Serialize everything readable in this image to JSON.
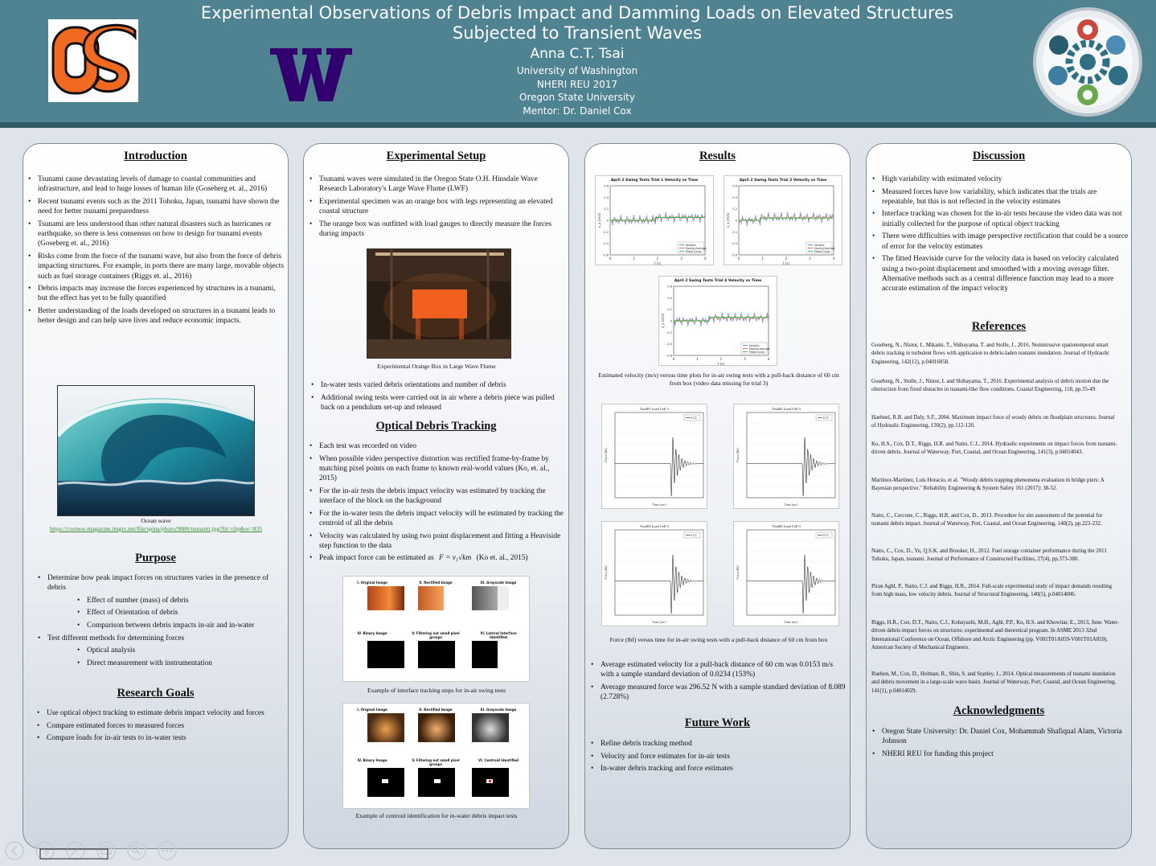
{
  "header": {
    "title_line1": "Experimental Observations of Debris Impact and Damming Loads on Elevated Structures",
    "title_line2": "Subjected to Transient Waves",
    "author": "Anna C.T. Tsai",
    "affiliations": [
      "University of Washington",
      "NHERI REU 2017",
      "Oregon State University",
      "Mentor: Dr. Daniel Cox"
    ],
    "logo_left_letters": "OS",
    "logo_middle_letter": "W",
    "colors": {
      "banner": "#4f8392",
      "osu_orange": "#f26a21",
      "uw_purple": "#32006e"
    }
  },
  "introduction": {
    "title": "Introduction",
    "bullets": [
      "Tsunami cause devastating levels of damage to coastal communities and infrastructure, and lead to huge losses of human life (Goseberg et. al., 2016)",
      "Recent tsunami events such as the 2011 Tohoku, Japan, tsunami have shown the need for better tsunami preparedness",
      "Tsunami are less understood than other natural disasters such as hurricanes or earthquake, so there is less consensus on how to design for tsunami events (Goseberg et. al., 2016)",
      "Risks come from the force of the tsunami wave, but also from the force of debris impacting structures. For example, in ports there are many large, movable objects such as fuel storage containers (Riggs et. al., 2016)",
      "Debris impacts may increase the forces experienced by structures in a tsunami, but the effect has yet to be fully quantified",
      "Better understanding of the loads developed on structures in a tsunami leads to better design and can help save lives and reduce economic impacts."
    ],
    "image_caption": "Ocean wave",
    "image_link": "https://cosmos-magazine.imgix.net/file/spina/photo/9886/tsunami.jpg?fit=clip&w=835"
  },
  "purpose": {
    "title": "Purpose",
    "items": [
      {
        "text": "Determine how peak impact forces on structures varies in the presence of debris",
        "level": 1
      },
      {
        "text": "Effect of number (mass) of debris",
        "level": 2
      },
      {
        "text": "Effect of Orientation of debris",
        "level": 2
      },
      {
        "text": "Comparison between debris impacts in-air and in-water",
        "level": 2
      },
      {
        "text": "Test different methods for determining forces",
        "level": 1
      },
      {
        "text": "Optical analysis",
        "level": 2
      },
      {
        "text": "Direct measurement with instrumentation",
        "level": 2
      }
    ]
  },
  "research_goals": {
    "title": "Research Goals",
    "bullets": [
      "Use optical object tracking to estimate debris impact velocity and forces",
      "Compare estimated forces to measured forces",
      "Compare loads for in-air tests to in-water tests"
    ]
  },
  "experimental_setup": {
    "title": "Experimental Setup",
    "bullets": [
      "Tsunami waves were simulated in the Oregon State O.H. Hinsdale Wave Research Laboratory's Large Wave Flume (LWF)",
      "Experimental specimen was an orange box with legs representing an elevated coastal structure",
      "The orange box was outfitted with load gauges to directly measure the forces during impacts"
    ],
    "image_caption": "Experimental Orange Box in Large Wave Flume",
    "bullets2": [
      "In-water tests varied debris orientations and number of debris",
      "Additional swing tests were carried out in air where a debris piece was pulled back on a pendulum set-up and released"
    ]
  },
  "optical_tracking": {
    "title": "Optical Debris Tracking",
    "bullets": [
      "Each test was recorded on video",
      "When possible video perspective distortion was rectified frame-by-frame by matching pixel points on each frame to known real-world values (Ko, et. al., 2015)",
      "For the in-air tests the debris impact velocity was estimated by tracking the interface of the block on the background",
      "For the in-water tests the debris impact velocity will be estimated by tracking the centroid of all the debris",
      "Velocity was calculated by using two point displacement and fitting a Heaviside step function to the data"
    ],
    "force_bullet_prefix": "Peak impact force can be estimated as",
    "force_formula": "F = v₁√km",
    "force_bullet_suffix": "(Ko et. al., 2015)",
    "interface_steps": [
      "I. Original Image",
      "II. Rectified Image",
      "III. Grayscale Image",
      "IV. Binary Image",
      "V. Filtering out small pixel groups",
      "VI. Lateral Interface Identified"
    ],
    "interface_caption": "Example of interface tracking steps for in-air swing tests",
    "centroid_steps": [
      "I. Original Image",
      "II. Rectified Image",
      "III. Grayscale Image",
      "IV. Binary Image",
      "V. Filtering out small pixel groups",
      "VI. Centroid Identified"
    ],
    "centroid_caption": "Example of centroid identification for in-water debris impact tests"
  },
  "results": {
    "title": "Results",
    "velocity_caption": "Estimated velocity (m/s) versus time plots for in-air swing tests with a pull-back distance of 60 cm from box (video data missing for trial 3)",
    "force_caption": "Force (lbf) versus time for in-air swing tests with a pull-back distance of 60 cm from box",
    "bullets": [
      "Average estimated velocity for a pull-back distance of 60 cm was 0.0153 m/s with a sample standard deviation of 0.0234 (153%)",
      "Average measured force was 296.52 N with a sample standard deviation of 8.089 (2.728%)"
    ]
  },
  "future_work": {
    "title": "Future Work",
    "bullets": [
      "Refine debris tracking method",
      "Velocity and force estimates for in-air tests",
      "In-water debris tracking and force estimates"
    ]
  },
  "discussion": {
    "title": "Discussion",
    "bullets": [
      "High variability with estimated velocity",
      "Measured forces have low variability, which indicates that the trials are repeatable, but this is not reflected in the velocity estimates",
      "Interface tracking was chosen for the in-air tests because the video data was not initially collected for the purpose of optical object tracking",
      "There were difficulties with image perspective rectification that could be a source of error for the velocity estimates",
      "The fitted Heaviside curve for the velocity data is based on velocity calculated using a two-point displacement and smoothed with a moving average filter. Alternative methods such as a central difference function may lead to a more accurate estimation of the impact velocity"
    ]
  },
  "references": {
    "title": "References",
    "items": [
      "Goseberg, N., Nistor, I., Mikami, T., Shibayama, T. and Stolle, J., 2016. Nonintrusive spatiotemporal smart debris tracking in turbulent flows with application to debris-laden tsunami inundation. Journal of Hydraulic Engineering, 142(12), p.04016058.",
      "Goseberg, N., Stolle, J., Nistor, I. and Shibayama, T., 2016. Experimental analysis of debris motion due the obstruction from fixed obstacles in tsunami-like flow conditions. Coastal Engineering, 118, pp.35-49.",
      "Haehnel, R.B. and Daly, S.F., 2004. Maximum impact force of woody debris on floodplain structures. Journal of Hydraulic Engineering, 130(2), pp.112-120.",
      "Ko, H.S., Cox, D.T., Riggs, H.R. and Naito, C.J., 2014. Hydraulic experiments on impact forces from tsunami-driven debris. Journal of Waterway, Port, Coastal, and Ocean Engineering, 141(3), p.04014043.",
      "Martínez-Martínez, Luis Horacio, et al. \"Woody debris trapping phenomena evaluation in bridge piers: A Bayesian perspective.\" Reliability Engineering & System Safety 161 (2017): 38-52.",
      "Naito, C., Cercone, C., Riggs, H.R. and Cox, D., 2013. Procedure for site assessment of the potential for tsunami debris impact. Journal of Waterway, Port, Coastal, and Ocean Engineering, 140(2), pp.223-232.",
      "Naito, C., Cox, D., Yu, Q.S.K. and Brooker, H., 2012. Fuel storage container performance during the 2011 Tohoku, Japan, tsunami. Journal of Performance of Constructed Facilities, 27(4), pp.373-380.",
      "Piran Aghl, P., Naito, C.J. and Riggs, H.R., 2014. Full-scale experimental study of impact demands resulting from high mass, low velocity debris. Journal of Structural Engineering, 140(5), p.04014006.",
      "Riggs, H.R., Cox, D.T., Naito, C.J., Kobayashi, M.H., Aghl, P.P., Ko, H.S. and Khowitar, E., 2013, June. Water-driven debris impact forces on structures: experimental and theoretical program. In ASME 2013 32nd International Conference on Ocean, Offshore and Arctic Engineering (pp. V001T01A059-V001T01A059). American Society of Mechanical Engineers.",
      "Rueben, M., Cox, D., Holman, R., Shin, S. and Stanley, J., 2014. Optical measurements of tsunami inundation and debris movement in a large-scale wave basin. Journal of Waterway, Port, Coastal, and Ocean Engineering, 141(1), p.04014029."
    ]
  },
  "acknowledgments": {
    "title": "Acknowledgments",
    "bullets": [
      "Oregon State University: Dr. Daniel Cox, Mohammah Shafiqual Alam, Victoria Johnson",
      "NHERI REU for funding this project"
    ]
  },
  "velocity_charts": [
    {
      "title": "April 2 Swing Tests Trial 1 Velocity vs Time",
      "ylabel": "v_x (m/s)",
      "xlabel": "t (s)",
      "legend": [
        "Velocity",
        "Moving Average",
        "Fitted Curve"
      ]
    },
    {
      "title": "April 2 Swing Tests Trial 2 Velocity vs Time",
      "ylabel": "v_x (m/s)",
      "xlabel": "t (s)",
      "legend": [
        "Velocity",
        "Moving Average",
        "Fitted Curve"
      ]
    },
    {
      "title": "April 2 Swing Tests Trial 4 Velocity vs Time",
      "ylabel": "v_x (m/s)",
      "xlabel": "t (s)",
      "legend": [
        "Velocity",
        "Moving Average",
        "Fitted Curve"
      ]
    }
  ],
  "force_charts": [
    {
      "title": "Trial01 Load Cell 3",
      "ylabel": "Force (lbf)",
      "xlabel": "Time (sec)",
      "legend": "LC3"
    },
    {
      "title": "Trial02 Load Cell 3",
      "ylabel": "Force (lbf)",
      "xlabel": "Time (sec)",
      "legend": "LC3"
    },
    {
      "title": "Trial03 Load Cell 3",
      "ylabel": "Force (lbf)",
      "xlabel": "Time (sec)",
      "legend": "LC3"
    },
    {
      "title": "Trial04 Load Cell 3",
      "ylabel": "Force (lbf)",
      "xlabel": "Time (sec)",
      "legend": "LC3"
    }
  ],
  "chart_data": [
    {
      "type": "line",
      "title": "April 2 Swing Tests Trial 1 Velocity vs Time",
      "xlim": [
        0,
        4
      ],
      "ylim": [
        -0.6,
        0.6
      ],
      "series": [
        {
          "name": "Velocity",
          "color": "#3b6fd6"
        },
        {
          "name": "Moving Average",
          "color": "#e05050"
        },
        {
          "name": "Fitted Curve",
          "color": "#2db33a",
          "x": [
            0,
            1.9,
            1.9,
            4
          ],
          "y": [
            0,
            0,
            0.05,
            0.05
          ]
        }
      ]
    },
    {
      "type": "line",
      "title": "April 2 Swing Tests Trial 2 Velocity vs Time",
      "xlim": [
        0,
        4
      ],
      "ylim": [
        -0.6,
        0.6
      ],
      "series": [
        {
          "name": "Velocity",
          "color": "#3b6fd6"
        },
        {
          "name": "Moving Average",
          "color": "#e05050"
        },
        {
          "name": "Fitted Curve",
          "color": "#2db33a",
          "x": [
            0,
            0.9,
            0.9,
            4
          ],
          "y": [
            0,
            0,
            0.04,
            0.04
          ]
        }
      ]
    },
    {
      "type": "line",
      "title": "April 2 Swing Tests Trial 4 Velocity vs Time",
      "xlim": [
        0,
        4
      ],
      "ylim": [
        -0.6,
        0.6
      ],
      "series": [
        {
          "name": "Velocity",
          "color": "#3b6fd6"
        },
        {
          "name": "Moving Average",
          "color": "#e05050"
        },
        {
          "name": "Fitted Curve",
          "color": "#2db33a",
          "x": [
            0,
            1.5,
            1.5,
            4
          ],
          "y": [
            0,
            0,
            0.06,
            0.06
          ]
        }
      ]
    }
  ],
  "toolbar": {
    "icons": [
      "previous-icon",
      "pointer-icon",
      "pen-icon",
      "slides-icon",
      "zoom-icon",
      "more-icon"
    ]
  }
}
